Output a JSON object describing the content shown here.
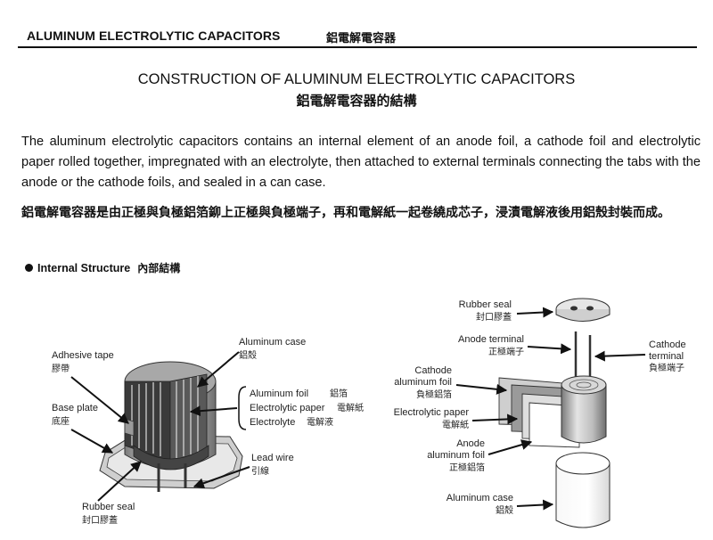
{
  "header": {
    "title_en": "ALUMINUM ELECTROLYTIC CAPACITORS",
    "title_zh": "鋁電解電容器"
  },
  "title": {
    "en": "CONSTRUCTION OF ALUMINUM ELECTROLYTIC CAPACITORS",
    "zh": "鋁電解電容器的結構"
  },
  "body": {
    "en": "The aluminum electrolytic capacitors contains an internal element of an anode foil, a cathode foil and electrolytic paper rolled together, impregnated with an electrolyte, then attached to external terminals connecting the tabs with the anode or the cathode foils, and sealed in a can case.",
    "zh": "鋁電解電容器是由正極與負極鋁箔鉚上正極與負極端子，再和電解紙一起卷繞成芯子，浸漬電解液後用鋁殼封裝而成。"
  },
  "section": {
    "en": "Internal Structure",
    "zh": "內部結構"
  },
  "left_diagram": {
    "labels": {
      "adhesive_tape": {
        "en": "Adhesive tape",
        "zh": "膠帶"
      },
      "base_plate": {
        "en": "Base plate",
        "zh": "底座"
      },
      "rubber_seal": {
        "en": "Rubber seal",
        "zh": "封口膠蓋"
      },
      "aluminum_case": {
        "en": "Aluminum case",
        "zh": "鋁殼"
      },
      "aluminum_foil": {
        "en": "Aluminum foil",
        "zh": "鋁箔"
      },
      "electrolytic_paper": {
        "en": "Electrolytic paper",
        "zh": "電解紙"
      },
      "electrolyte": {
        "en": "Electrolyte",
        "zh": "電解液"
      },
      "lead_wire": {
        "en": "Lead wire",
        "zh": "引線"
      }
    }
  },
  "right_diagram": {
    "labels": {
      "rubber_seal": {
        "en": "Rubber seal",
        "zh": "封口膠蓋"
      },
      "anode_terminal": {
        "en": "Anode terminal",
        "zh": "正極端子"
      },
      "cathode_terminal": {
        "en1": "Cathode",
        "en2": "terminal",
        "zh": "負極端子"
      },
      "cathode_foil": {
        "en1": "Cathode",
        "en2": "aluminum foil",
        "zh": "負極鋁箔"
      },
      "electrolytic_paper": {
        "en": "Electrolytic paper",
        "zh": "電解紙"
      },
      "anode_foil": {
        "en1": "Anode",
        "en2": "aluminum foil",
        "zh": "正極鋁箔"
      },
      "aluminum_case": {
        "en": "Aluminum case",
        "zh": "鋁殼"
      }
    }
  }
}
